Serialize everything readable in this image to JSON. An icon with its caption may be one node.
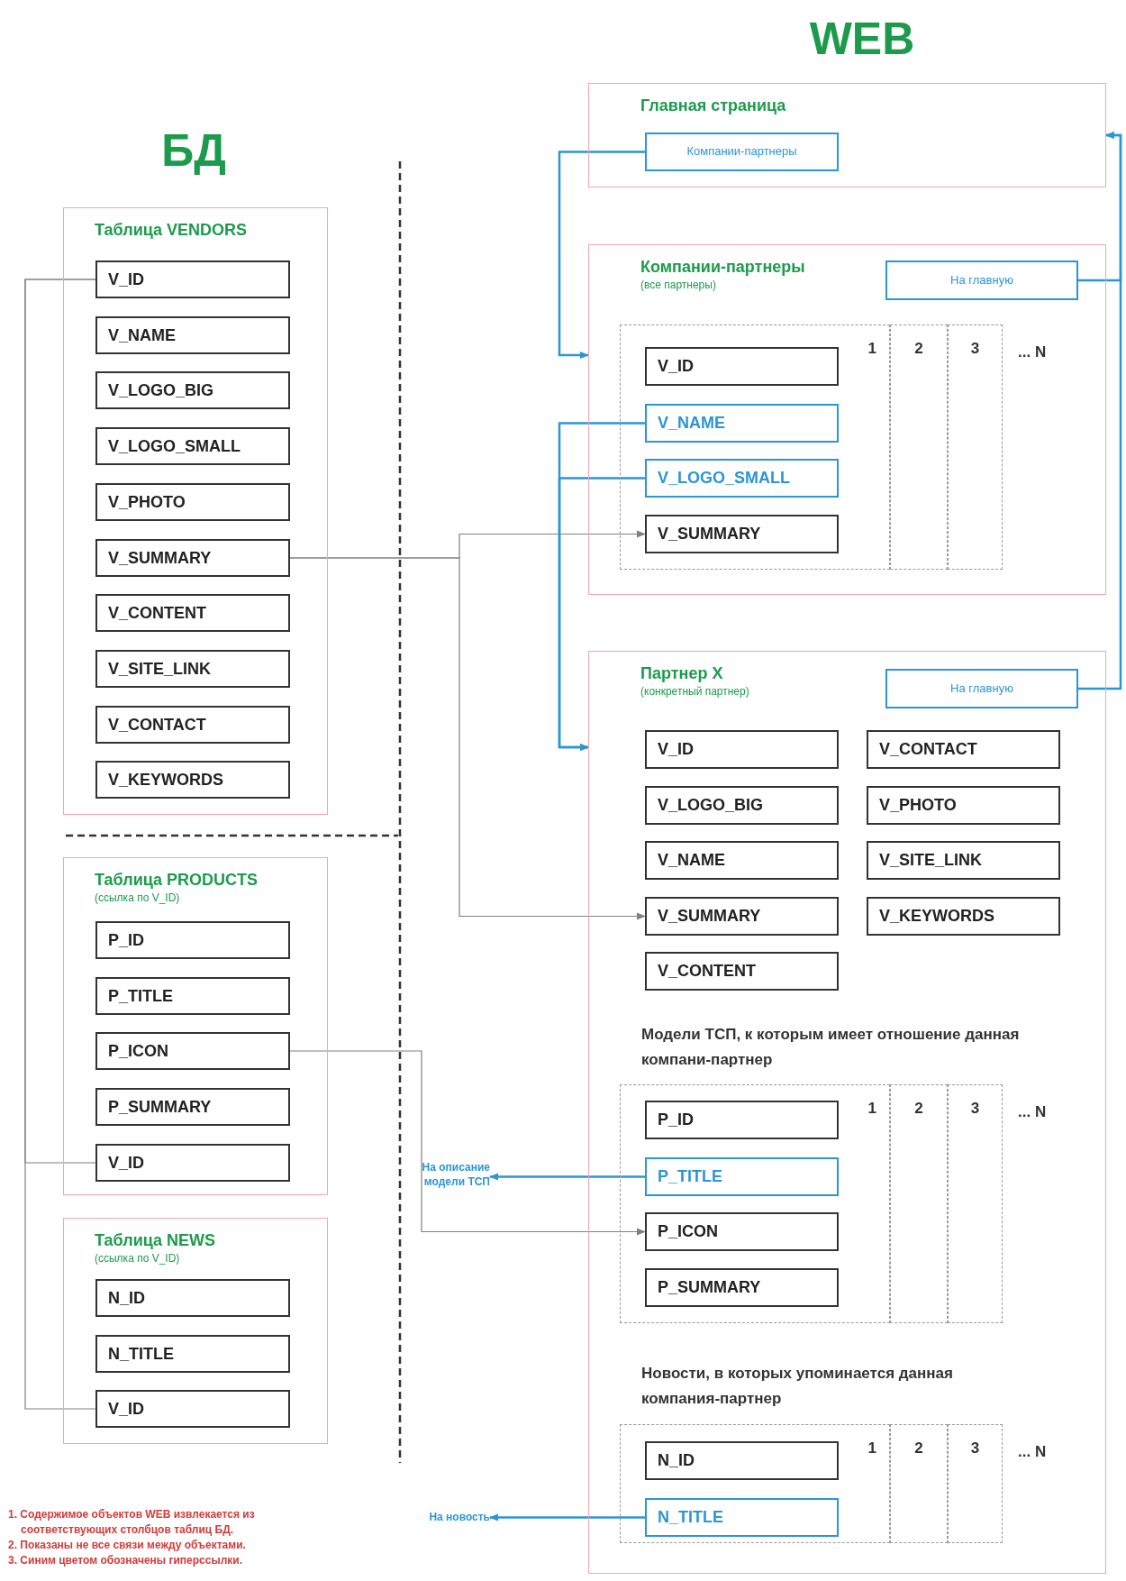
{
  "diagram": {
    "nodes": [
      {
        "text": [
          "Таблица VENDORS"
        ]
      },
      {
        "text": [
          "V_ID"
        ],
        "in": 0
      },
      {
        "text": [
          "V_NAME"
        ],
        "in": 0
      },
      {
        "text": [
          "V_LOGO_BIG"
        ],
        "in": 0
      },
      {
        "text": [
          "V_LOGO_SMALL"
        ],
        "in": 0
      },
      {
        "text": [
          "V_PHOTO"
        ],
        "in": 0
      },
      {
        "text": [
          "V_SUMMARY"
        ],
        "in": 0
      },
      {
        "text": [
          "V_CONTENT"
        ],
        "in": 0
      },
      {
        "text": [
          "V_SITE_LINK"
        ],
        "in": 0
      },
      {
        "text": [
          "V_CONTACT"
        ],
        "in": 0
      },
      {
        "text": [
          "V_KEYWORDS"
        ],
        "in": 0
      },
      {
        "text": [
          "Таблица PRODUCTS",
          "(ссылка по V_ID)"
        ]
      },
      {
        "text": [
          "P_ID"
        ],
        "in": 11
      },
      {
        "text": [
          "P_TITLE"
        ],
        "in": 11
      },
      {
        "text": [
          "P_ICON"
        ],
        "in": 11
      },
      {
        "text": [
          "P_SUMMARY"
        ],
        "in": 11
      },
      {
        "text": [
          "V_ID"
        ],
        "in": 11
      },
      {
        "text": [
          "Таблица NEWS",
          "(ссылка по V_ID)"
        ]
      },
      {
        "text": [
          "N_ID"
        ],
        "in": 17
      },
      {
        "text": [
          "N_TITLE"
        ],
        "in": 17
      },
      {
        "text": [
          "V_ID"
        ],
        "in": 17
      },
      {
        "text": [
          "Главная страница"
        ]
      },
      {
        "text": [
          "Компании-партнеры"
        ],
        "in": 21
      },
      {
        "text": [
          "Компании-партнеры",
          "(все партнеры)"
        ]
      },
      {
        "text": [
          "На главную"
        ],
        "in": 23
      },
      {
        "text": [
          "1"
        ],
        "in": 23
      },
      {
        "text": [
          "V_ID"
        ],
        "in": 25
      },
      {
        "text": [
          "V_NAME"
        ],
        "in": 25
      },
      {
        "text": [
          "V_LOGO_SMALL"
        ],
        "in": 25
      },
      {
        "text": [
          "V_SUMMARY"
        ],
        "in": 25
      },
      {
        "text": [
          "2"
        ],
        "in": 23
      },
      {
        "text": [
          "3"
        ],
        "in": 23
      },
      {
        "text": [
          "Партнер X",
          "(конкретный партнер)"
        ]
      },
      {
        "text": [
          "На главную"
        ],
        "in": 32
      },
      {
        "text": [
          "V_ID"
        ],
        "in": 32
      },
      {
        "text": [
          "V_CONTACT"
        ],
        "in": 32
      },
      {
        "text": [
          "V_LOGO_BIG"
        ],
        "in": 32
      },
      {
        "text": [
          "V_PHOTO"
        ],
        "in": 32
      },
      {
        "text": [
          "V_NAME"
        ],
        "in": 32
      },
      {
        "text": [
          "V_SITE_LINK"
        ],
        "in": 32
      },
      {
        "text": [
          "V_SUMMARY"
        ],
        "in": 32
      },
      {
        "text": [
          "V_KEYWORDS"
        ],
        "in": 32
      },
      {
        "text": [
          "V_CONTENT"
        ],
        "in": 32
      },
      {
        "text": [
          "1"
        ],
        "in": 32
      },
      {
        "text": [
          "P_ID"
        ],
        "in": 43
      },
      {
        "text": [
          "P_TITLE"
        ],
        "in": 43
      },
      {
        "text": [
          "P_ICON"
        ],
        "in": 43
      },
      {
        "text": [
          "P_SUMMARY"
        ],
        "in": 43
      },
      {
        "text": [
          "2"
        ],
        "in": 32
      },
      {
        "text": [
          "3"
        ],
        "in": 32
      },
      {
        "text": [
          "1"
        ],
        "in": 32
      },
      {
        "text": [
          "N_ID"
        ],
        "in": 50
      },
      {
        "text": [
          "N_TITLE"
        ],
        "in": 50
      },
      {
        "text": [
          "2"
        ],
        "in": 32
      },
      {
        "text": [
          "3"
        ],
        "in": 32
      },
      {
        "text": [
          "На описание модели ТСП"
        ]
      },
      {
        "text": [
          "На новость"
        ]
      }
    ],
    "edges": [
      {
        "from": 1,
        "to": 16,
        "arrow": "none",
        "color": "#808080"
      },
      {
        "from": 1,
        "to": 20,
        "arrow": "none",
        "color": "#808080"
      },
      {
        "from": 6,
        "to": 29,
        "arrow": "to",
        "color": "#808080"
      },
      {
        "from": 6,
        "to": 40,
        "arrow": "to",
        "color": "#808080"
      },
      {
        "from": 14,
        "to": 46,
        "arrow": "to",
        "color": "#808080"
      },
      {
        "from": 22,
        "to": 23,
        "arrow": "to"
      },
      {
        "from": 27,
        "to": 32,
        "arrow": "to"
      },
      {
        "from": 28,
        "to": 32,
        "arrow": "to"
      },
      {
        "from": 24,
        "to": 21,
        "arrow": "to"
      },
      {
        "from": 33,
        "to": 21,
        "arrow": "to"
      },
      {
        "from": 45,
        "to": 55,
        "arrow": "to"
      },
      {
        "from": 52,
        "to": 56,
        "arrow": "to"
      }
    ],
    "labels": [
      "WEB",
      "БД",
      "... N",
      "Модели ТСП, к которым имеет отношение данная компани-партнер",
      "... N",
      "Новости, в которых упоминается данная компания-партнер",
      "... N",
      "1. Содержимое объектов WEB извлекается из соответствующих столбцов таблиц БД.",
      "2. Показаны не все связи между объектами.",
      "3. Синим цветом обозначены гиперссылки."
    ]
  }
}
